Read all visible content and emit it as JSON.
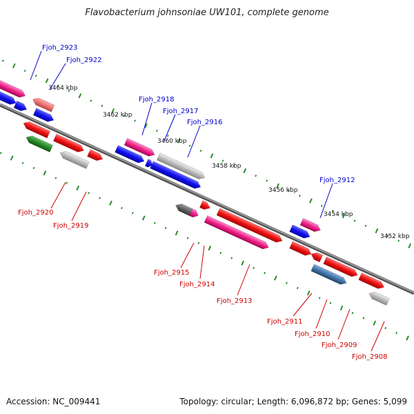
{
  "title": "Flavobacterium johnsoniae UW101, complete genome",
  "footer": {
    "accession": "Accession: NC_009441",
    "stats": "Topology: circular; Length: 6,096,872 bp; Genes: 5,099"
  },
  "ticks": [
    "3464 kbp",
    "3462 kbp",
    "3460 kbp",
    "3458 kbp",
    "3456 kbp",
    "3454 kbp",
    "3452 kbp"
  ],
  "genes_upper": [
    "Fjoh_2923",
    "Fjoh_2922",
    "Fjoh_2918",
    "Fjoh_2917",
    "Fjoh_2916",
    "Fjoh_2912"
  ],
  "genes_lower": [
    "Fjoh_2920",
    "Fjoh_2919",
    "Fjoh_2915",
    "Fjoh_2914",
    "Fjoh_2913",
    "Fjoh_2911",
    "Fjoh_2910",
    "Fjoh_2909",
    "Fjoh_2908"
  ],
  "colors": {
    "red": "#ee1111",
    "pink": "#ee2288",
    "blue": "#1111ee",
    "gray": "#bbbbbb",
    "green": "#2a8a2a",
    "steel": "#4477aa",
    "darkgray": "#666666",
    "salmon": "#ee7777",
    "label_blue": "#0000cc",
    "label_red": "#cc0000",
    "backbone": "#777777"
  }
}
